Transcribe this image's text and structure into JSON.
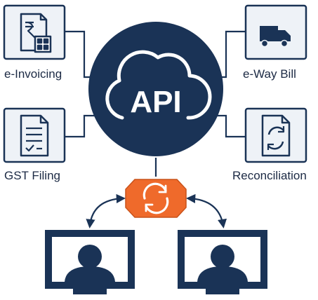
{
  "hub": {
    "label": "API"
  },
  "services": {
    "einvoicing": {
      "label": "e-Invoicing",
      "icon": "invoice-rupee-qr-icon"
    },
    "eway": {
      "label": "e-Way Bill",
      "icon": "truck-document-icon"
    },
    "gst": {
      "label": "GST Filing",
      "icon": "checklist-document-icon"
    },
    "recon": {
      "label": "Reconciliation",
      "icon": "refresh-document-icon"
    }
  },
  "integration": {
    "icon": "sync-arrows-icon"
  },
  "clients": [
    {
      "icon": "user-monitor-icon"
    },
    {
      "icon": "user-monitor-icon"
    }
  ],
  "colors": {
    "navy": "#1a3356",
    "accent": "#ef6a2b",
    "box_bg": "#eef2f7",
    "text": "#1c2a44"
  }
}
